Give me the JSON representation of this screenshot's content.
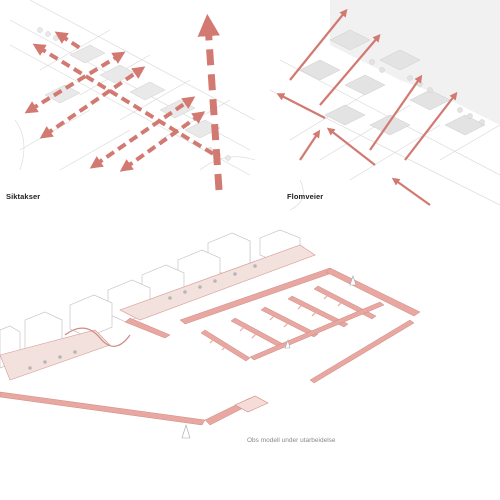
{
  "panels": {
    "sightlines": {
      "label": "Siktakser"
    },
    "floodways": {
      "label": "Flomveier"
    }
  },
  "model_note": "Obs modell under utarbeidelse",
  "colors": {
    "arrow": "#d27a72",
    "pier": "#e8a7a0",
    "linework": "#cfcfcf",
    "building": "#e6e6e6"
  }
}
